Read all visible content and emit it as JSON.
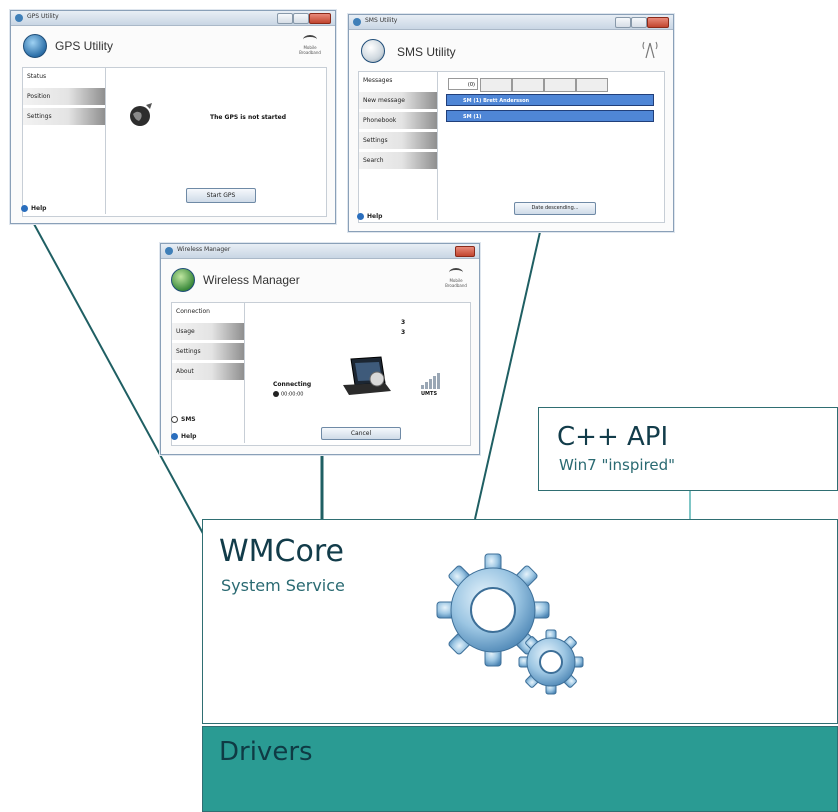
{
  "gps_window": {
    "window_title": "GPS Utility",
    "app_title": "GPS Utility",
    "nav": [
      "Status",
      "Position",
      "Settings"
    ],
    "status_message": "The GPS is not started",
    "start_button": "Start GPS",
    "help_label": "Help",
    "logo_text": "Mobile Broadband",
    "icon": "globe-icon"
  },
  "sms_window": {
    "window_title": "SMS Utility",
    "app_title": "SMS Utility",
    "nav": [
      "Messages",
      "New message",
      "Phonebook",
      "Settings",
      "Search"
    ],
    "tab_first_label": "(0)",
    "message_rows": [
      "SM (1) Brett Andersson",
      "SM (1)"
    ],
    "sort_dropdown": "Date descending...",
    "help_label": "Help",
    "icon": "message-icon"
  },
  "wireless_window": {
    "window_title": "Wireless Manager",
    "app_title": "Wireless Manager",
    "nav": [
      "Connection",
      "Usage",
      "Settings",
      "About"
    ],
    "counter_top": "3",
    "counter_bottom": "3",
    "status_text": "Connecting",
    "elapsed": "00:00:00",
    "network_type": "UMTS",
    "cancel_button": "Cancel",
    "sms_label": "SMS",
    "help_label": "Help",
    "logo_text": "Mobile Broadband",
    "icon": "signal-bars-icon"
  },
  "api_box": {
    "title": "C++ API",
    "subtitle": "Win7 \"inspired\""
  },
  "core_box": {
    "title": "WMCore",
    "subtitle": "System Service",
    "icon": "gears-icon"
  },
  "drivers_box": {
    "title": "Drivers"
  },
  "colors": {
    "connector": "#1f5f63",
    "drivers_fill": "#2a9b93",
    "api_link": "#7fc6c6"
  }
}
